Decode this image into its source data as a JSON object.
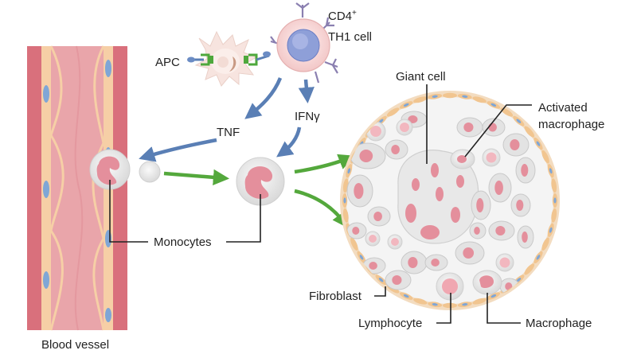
{
  "labels": {
    "cd4": "CD4",
    "cd4_sup": "+",
    "th1_cell": "TH1 cell",
    "apc": "APC",
    "tnf": "TNF",
    "ifn": "IFNγ",
    "giant_cell": "Giant cell",
    "activated_line1": "Activated",
    "activated_line2": "macrophage",
    "monocytes": "Monocytes",
    "fibroblast": "Fibroblast",
    "lymphocyte": "Lymphocyte",
    "macrophage": "Macrophage",
    "blood_vessel": "Blood vessel"
  },
  "colors": {
    "vessel_wall": "#d9707c",
    "vessel_lumen": "#e9a5aa",
    "vessel_endothelium": "#f6cfa6",
    "endothelial_nucleus": "#7fa6d6",
    "arrow_blue": "#5a7fb5",
    "arrow_green": "#54a83c",
    "nucleus_pink": "#e48f9c",
    "cell_gray": "#e6e6e6",
    "granuloma_rim": "#f5dfc3",
    "fibroblast_orange": "#f1c590",
    "lymphocyte_blue": "#8e9fd8"
  },
  "icons": [
    "apc-dendritic-cell",
    "th1-t-cell",
    "receptor-complex",
    "monocyte",
    "granuloma"
  ]
}
